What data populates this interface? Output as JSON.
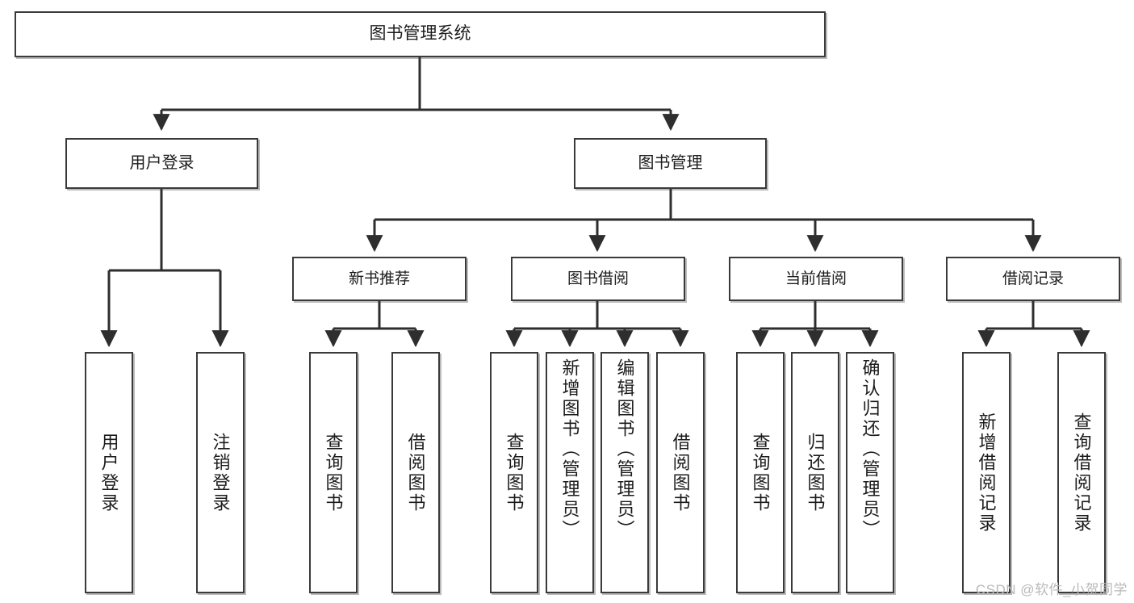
{
  "diagram": {
    "title": "图书管理系统",
    "type": "tree-hierarchy-diagram",
    "colors": {
      "box_border": "#3a3a3a",
      "box_fill": "#ffffff",
      "edge": "#2e2e2e",
      "text": "#1c1c1c",
      "watermark": "#b9b9b9",
      "background": "#ffffff"
    },
    "root": {
      "label": "图书管理系统"
    },
    "level2": [
      {
        "label": "用户登录"
      },
      {
        "label": "图书管理"
      }
    ],
    "level3": [
      {
        "label": "新书推荐"
      },
      {
        "label": "图书借阅"
      },
      {
        "label": "当前借阅"
      },
      {
        "label": "借阅记录"
      }
    ],
    "leaves": {
      "user_login": [
        {
          "label": "用户登录"
        },
        {
          "label": "注销登录"
        }
      ],
      "new_book_recommend": [
        {
          "label": "查询图书"
        },
        {
          "label": "借阅图书"
        }
      ],
      "book_borrow": [
        {
          "label": "查询图书"
        },
        {
          "label": "新增图书（管理员）"
        },
        {
          "label": "编辑图书（管理员）"
        },
        {
          "label": "借阅图书"
        }
      ],
      "current_borrow": [
        {
          "label": "查询图书"
        },
        {
          "label": "归还图书"
        },
        {
          "label": "确认归还（管理员）"
        }
      ],
      "borrow_record": [
        {
          "label": "新增借阅记录"
        },
        {
          "label": "查询借阅记录"
        }
      ]
    }
  },
  "watermark": {
    "text": "CSDN @软件_小贺同学"
  }
}
